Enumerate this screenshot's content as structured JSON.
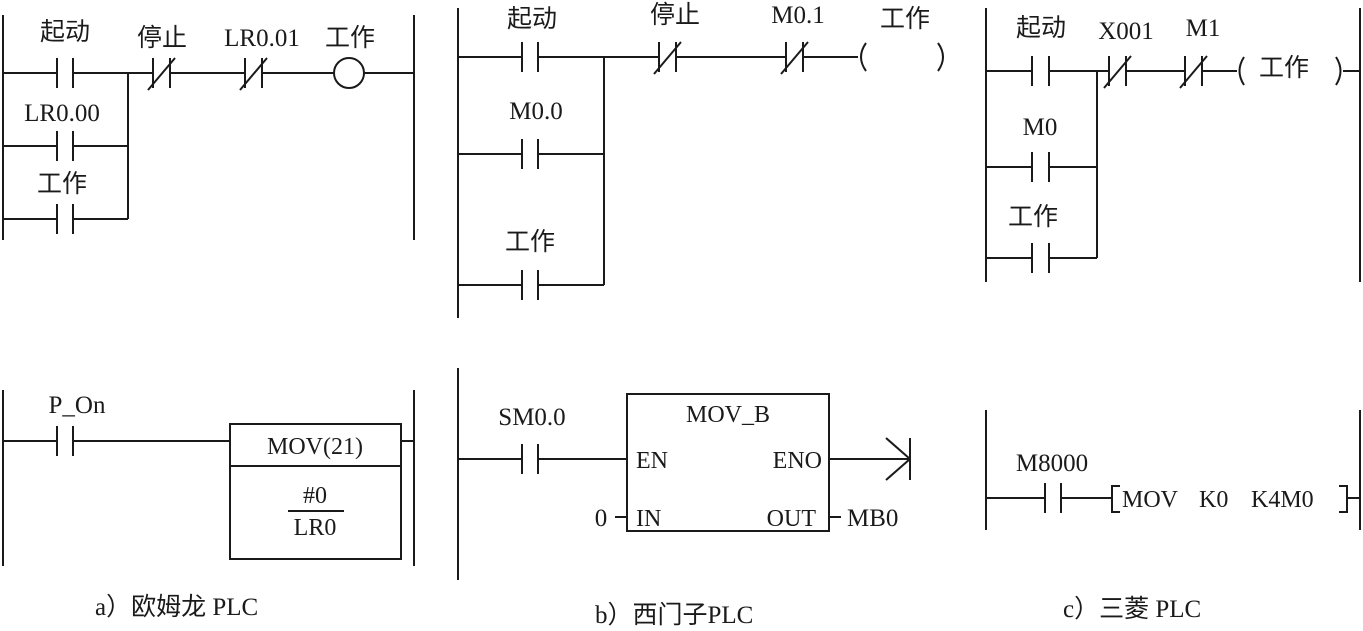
{
  "panel_a": {
    "caption": "a）欧姆龙 PLC",
    "rung1": {
      "start": "起动",
      "stop": "停止",
      "lr001": "LR0.01",
      "output": "工作",
      "lr000": "LR0.00",
      "work_contact": "工作"
    },
    "rung2": {
      "contact": "P_On",
      "instr": "MOV(21)",
      "src": "#0",
      "dst": "LR0"
    }
  },
  "panel_b": {
    "caption": "b）西门子PLC",
    "rung1": {
      "start": "起动",
      "stop": "停止",
      "m01": "M0.1",
      "output": "工作",
      "m00": "M0.0",
      "work_contact": "工作"
    },
    "rung2": {
      "contact": "SM0.0",
      "block": "MOV_B",
      "en": "EN",
      "eno": "ENO",
      "in_pin": "IN",
      "out_pin": "OUT",
      "in_val": "0",
      "out_val": "MB0"
    }
  },
  "panel_c": {
    "caption": "c）三菱 PLC",
    "rung1": {
      "start": "起动",
      "x001": "X001",
      "m1": "M1",
      "output": "工作",
      "m0": "M0",
      "work_contact": "工作"
    },
    "rung2": {
      "contact": "M8000",
      "instr": "MOV",
      "src": "K0",
      "dst": "K4M0"
    }
  }
}
